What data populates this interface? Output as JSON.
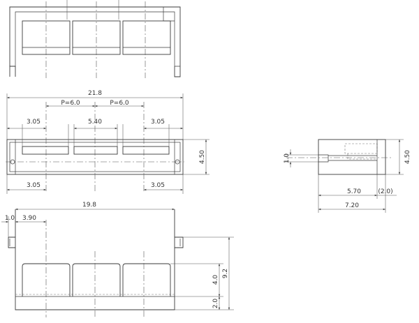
{
  "dimensions": {
    "overall_width": "21.8",
    "pitch_left": "P=6.0",
    "pitch_right": "P=6.0",
    "top_left": "3.05",
    "center": "5.40",
    "top_right": "3.05",
    "bottom_left": "3.05",
    "bottom_right": "3.05",
    "height_front": "4.50",
    "body_width": "19.8",
    "edge_offset": "1.0",
    "first_pin": "3.90",
    "total_height": "9.2",
    "pin_height": "4.0",
    "base_height": "2.0",
    "side_pin": "1.0",
    "side_height": "4.50",
    "side_inner": "5.70",
    "side_ref": "(2.0)",
    "side_total": "7.20"
  },
  "colors": {
    "line": "#3a3a3a",
    "dim": "#555555",
    "background": "#ffffff"
  }
}
